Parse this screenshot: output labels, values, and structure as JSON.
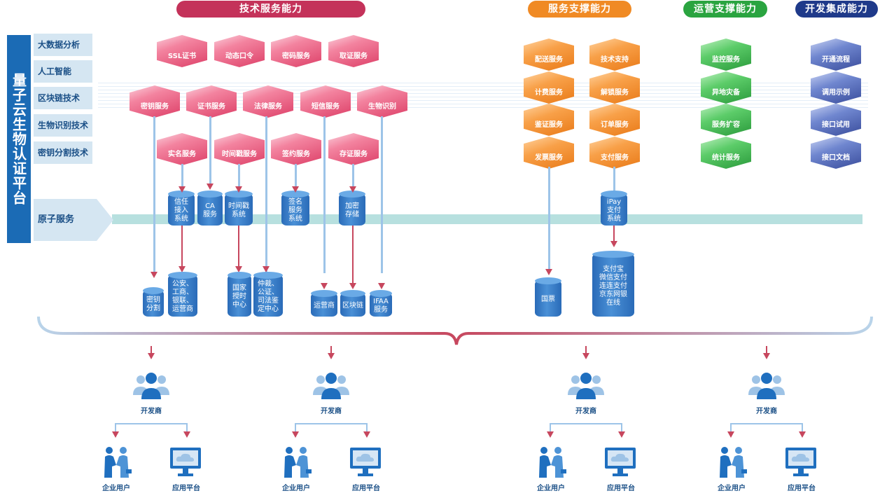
{
  "headers": [
    {
      "label": "技术服务能力",
      "color": "#c4325a"
    },
    {
      "label": "服务支撑能力",
      "color": "#f08a24"
    },
    {
      "label": "运营支撑能力",
      "color": "#2aa440"
    },
    {
      "label": "开发集成能力",
      "color": "#1f3a8a"
    }
  ],
  "platform_title": "量子云生物认证平台",
  "nav_items": [
    "大数据分析",
    "人工智能",
    "区块链技术",
    "生物识别技术",
    "密钥分割技术"
  ],
  "atomic_label": "原子服务",
  "tech_row1": [
    "SSL证书",
    "动态口令",
    "密码服务",
    "取证服务"
  ],
  "tech_row2": [
    "密钥服务",
    "证书服务",
    "法律服务",
    "短信服务",
    "生物识别"
  ],
  "tech_row3": [
    "实名服务",
    "时间戳服务",
    "签约服务",
    "存证服务"
  ],
  "support_services": [
    "配送服务",
    "技术支持",
    "计费服务",
    "解锁服务",
    "鉴证服务",
    "订单服务",
    "发票服务",
    "支付服务"
  ],
  "ops_services": [
    "监控服务",
    "异地灾备",
    "服务扩容",
    "统计服务"
  ],
  "dev_services": [
    "开通流程",
    "调用示例",
    "接口试用",
    "接口文档"
  ],
  "mid_cylinders": [
    "信任\n接入\n系统",
    "CA\n服务",
    "时间戳\n系统",
    "签名\n服务\n系统",
    "加密\n存储",
    "iPay\n支付\n系统"
  ],
  "bottom_cylinders": [
    "密钥\n分割",
    "公安、\n工商、\n银联、\n运营商",
    "国家\n授时\n中心",
    "仲裁、\n公证、\n司法鉴\n定中心",
    "运营商",
    "区块链",
    "IFAA\n服务",
    "国票",
    "支付宝\n微信支付\n连连支付\n京东网银\n在线"
  ],
  "developer_label": "开发商",
  "enterprise_label": "企业用户",
  "app_label": "应用平台"
}
